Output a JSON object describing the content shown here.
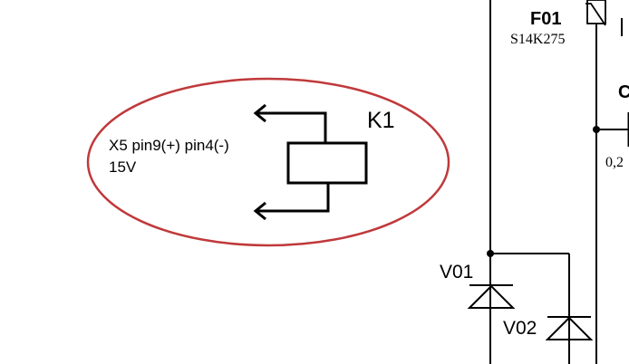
{
  "annotation": {
    "line1": "X5 pin9(+) pin4(-)",
    "line2": "15V",
    "ellipse_color": "#c0393b"
  },
  "relay": {
    "label": "K1"
  },
  "varistor": {
    "label": "F01",
    "part": "S14K275"
  },
  "capacitor": {
    "label": "C",
    "value": "0,2"
  },
  "diodes": [
    {
      "label": "V01"
    },
    {
      "label": "V02"
    }
  ]
}
